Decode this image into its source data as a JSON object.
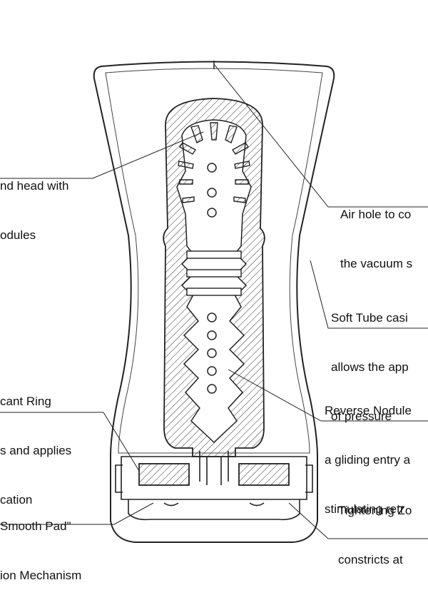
{
  "labels": {
    "head": [
      "nd head with",
      "odules"
    ],
    "air_hole": [
      "Air hole to co",
      "the vacuum s"
    ],
    "soft_tube": [
      "Soft Tube casi",
      "allows the app",
      "of pressure"
    ],
    "ring": [
      "cant Ring",
      "s and applies",
      "cation"
    ],
    "reverse_nodules": [
      "Reverse Nodule",
      "a gliding entry a",
      "stimulating retr"
    ],
    "smooth_pad": [
      "Smooth Pad\"",
      "ion Mechanism"
    ],
    "tightening": [
      "Tightening Zo",
      "constricts at"
    ]
  },
  "colors": {
    "line": "#2a2a2a",
    "background": "#ffffff"
  }
}
